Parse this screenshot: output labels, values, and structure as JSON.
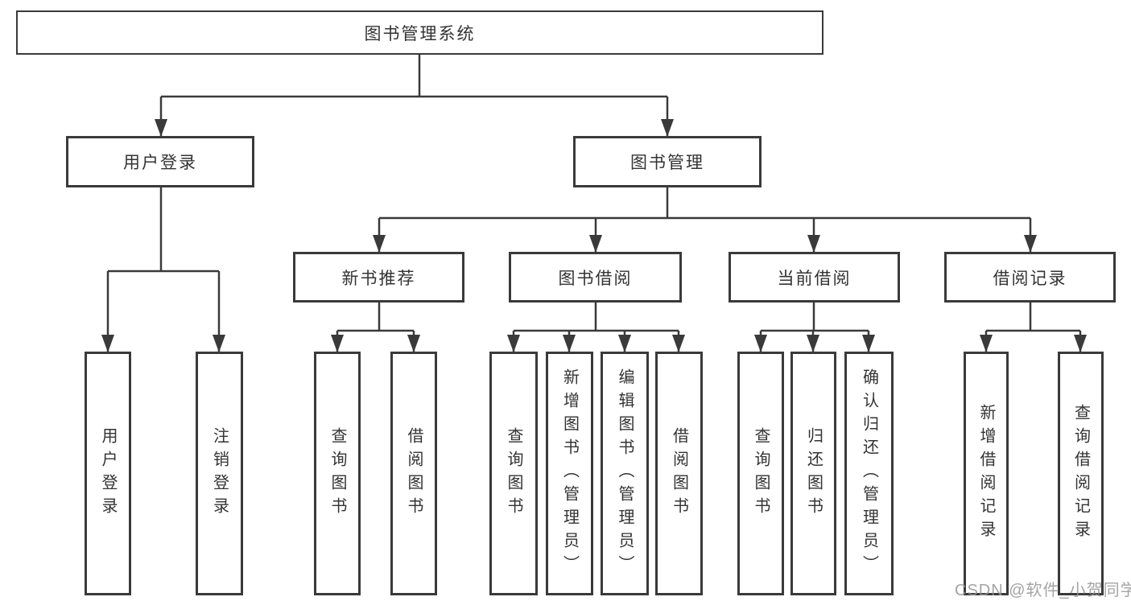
{
  "diagram": {
    "root": {
      "label": "图书管理系统"
    },
    "level2": {
      "user_login": {
        "label": "用户登录"
      },
      "book_management": {
        "label": "图书管理"
      }
    },
    "level3": {
      "new_book_recommend": {
        "label": "新书推荐",
        "parent": "图书管理"
      },
      "book_borrowing": {
        "label": "图书借阅",
        "parent": "图书管理"
      },
      "current_borrowing": {
        "label": "当前借阅",
        "parent": "图书管理"
      },
      "borrowing_records": {
        "label": "借阅记录",
        "parent": "图书管理"
      }
    },
    "leaves": [
      {
        "label": "用户登录",
        "parent": "用户登录"
      },
      {
        "label": "注销登录",
        "parent": "用户登录"
      },
      {
        "label": "查询图书",
        "parent": "新书推荐"
      },
      {
        "label": "借阅图书",
        "parent": "新书推荐"
      },
      {
        "label": "查询图书",
        "parent": "图书借阅"
      },
      {
        "label": "新增图书（管理员）",
        "parent": "图书借阅"
      },
      {
        "label": "编辑图书（管理员）",
        "parent": "图书借阅"
      },
      {
        "label": "借阅图书",
        "parent": "图书借阅"
      },
      {
        "label": "查询图书",
        "parent": "当前借阅"
      },
      {
        "label": "归还图书",
        "parent": "当前借阅"
      },
      {
        "label": "确认归还（管理员）",
        "parent": "当前借阅"
      },
      {
        "label": "新增借阅记录",
        "parent": "借阅记录"
      },
      {
        "label": "查询借阅记录",
        "parent": "借阅记录"
      }
    ]
  },
  "watermark": {
    "text": "CSDN @软件_小贺同学"
  },
  "colors": {
    "line": "#3a3a3a",
    "text": "#333333",
    "watermark": "#949494",
    "background": "#ffffff"
  }
}
